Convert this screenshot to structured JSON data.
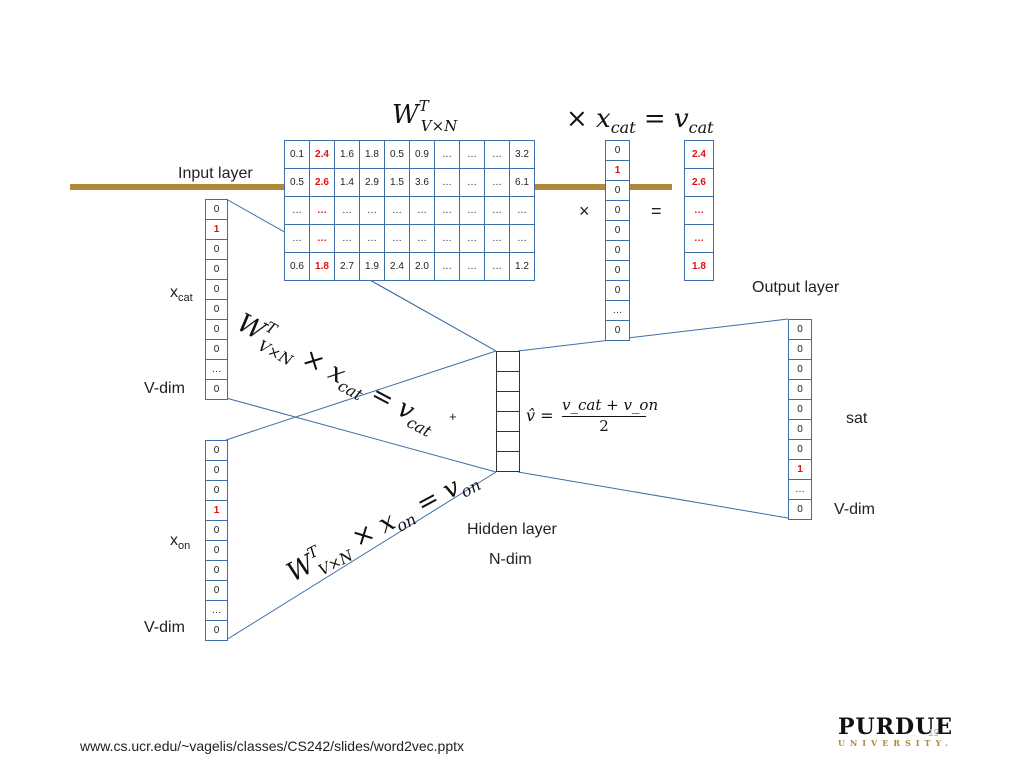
{
  "formula_top": {
    "w_base": "W",
    "w_sup": "T",
    "w_sub": "V×N",
    "times_x": "× x",
    "x_sub": "cat",
    "eq_v": "= v",
    "v_sub": "cat"
  },
  "labels": {
    "input_layer": "Input layer",
    "output_layer": "Output layer",
    "hidden_layer": "Hidden layer",
    "n_dim": "N-dim",
    "v_dim": "V-dim",
    "x_cat_base": "x",
    "x_cat_sub": "cat",
    "x_on_base": "x",
    "x_on_sub": "on",
    "sat": "sat",
    "plus": "+",
    "times": "×",
    "equals": "="
  },
  "matrix": [
    [
      "0.1",
      "2.4",
      "1.6",
      "1.8",
      "0.5",
      "0.9",
      "…",
      "…",
      "…",
      "3.2"
    ],
    [
      "0.5",
      "2.6",
      "1.4",
      "2.9",
      "1.5",
      "3.6",
      "…",
      "…",
      "…",
      "6.1"
    ],
    [
      "…",
      "…",
      "…",
      "…",
      "…",
      "…",
      "…",
      "…",
      "…",
      "…"
    ],
    [
      "…",
      "…",
      "…",
      "…",
      "…",
      "…",
      "…",
      "…",
      "…",
      "…"
    ],
    [
      "0.6",
      "1.8",
      "2.7",
      "1.9",
      "2.4",
      "2.0",
      "…",
      "…",
      "…",
      "1.2"
    ]
  ],
  "x_vector_top": [
    "0",
    "1",
    "0",
    "0",
    "0",
    "0",
    "0",
    "0",
    "…",
    "0"
  ],
  "v_cat_result": [
    "2.4",
    "2.6",
    "…",
    "…",
    "1.8"
  ],
  "x_cat_vector": [
    "0",
    "1",
    "0",
    "0",
    "0",
    "0",
    "0",
    "0",
    "…",
    "0"
  ],
  "x_on_vector": [
    "0",
    "0",
    "0",
    "1",
    "0",
    "0",
    "0",
    "0",
    "…",
    "0"
  ],
  "output_vector": [
    "0",
    "0",
    "0",
    "0",
    "0",
    "0",
    "0",
    "1",
    "…",
    "0"
  ],
  "eq_cat": "WᵀV×N × x_cat = v_cat",
  "eq_on": "WᵀV×N × x_on = v_on",
  "vhat_formula": {
    "lhs": "v̂ =",
    "num": "v_cat + v_on",
    "den": "2"
  },
  "footer_url": "www.cs.ucr.edu/~vagelis/classes/CS242/slides/word2vec.pptx",
  "logo": {
    "line1": "PURDUE",
    "line2": "UNIVERSITY."
  },
  "page_number": "19",
  "colors": {
    "bar": "#b08a3a",
    "border": "#3e6ea8",
    "highlight": "#e01010"
  }
}
